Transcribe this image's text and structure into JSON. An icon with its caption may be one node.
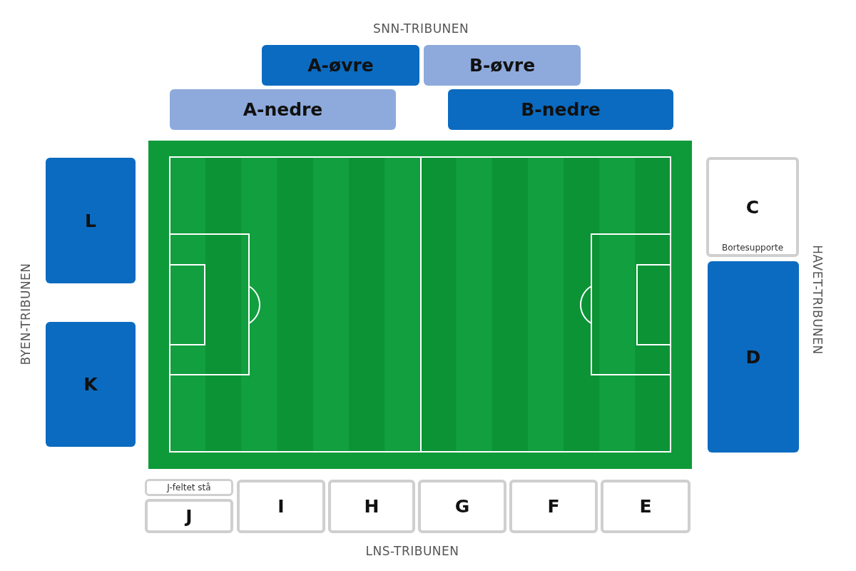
{
  "diagram": {
    "nodes": [
      {
        "text": [
          "A-øvre"
        ]
      },
      {
        "text": [
          "B-øvre"
        ]
      },
      {
        "text": [
          "A-nedre"
        ]
      },
      {
        "text": [
          "B-nedre"
        ]
      },
      {
        "text": [
          "L"
        ]
      },
      {
        "text": [
          "C",
          "Bortesupporte"
        ]
      },
      {
        "text": [
          "D"
        ]
      },
      {
        "text": [
          "K"
        ]
      },
      {
        "text": [
          "J-feltet stå"
        ]
      },
      {
        "text": [
          "J"
        ]
      },
      {
        "text": [
          "I"
        ]
      },
      {
        "text": [
          "H"
        ]
      },
      {
        "text": [
          "G"
        ]
      },
      {
        "text": [
          "F"
        ]
      },
      {
        "text": [
          "E"
        ]
      }
    ],
    "labels": [
      "SNN-TRIBUNEN",
      "BYEN-TRIBUNEN",
      "HAVET-TRIBUNEN",
      "LNS-TRIBUNEN"
    ]
  }
}
